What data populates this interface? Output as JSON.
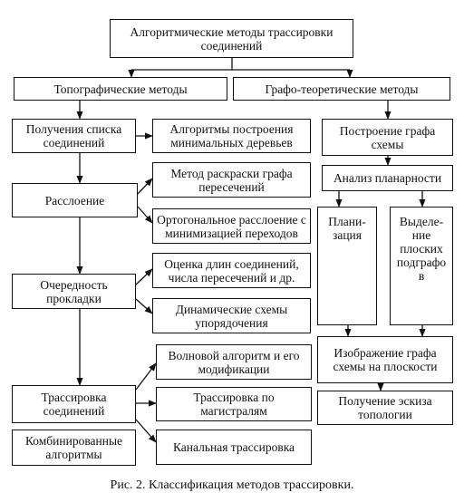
{
  "nodes": {
    "root": "Алгоритмические методы трассировки соединений",
    "topo": "Топографические методы",
    "graph": "Графо-теоретические методы",
    "get_list": "Получения списка соединений",
    "min_trees": "Алгоритмы построения минимальных деревьев",
    "layering": "Расслоение",
    "coloring": "Метод раскраски графа пересечений",
    "orth_layering": "Ортогональное расслоение с минимизацией переходов",
    "order": "Очередность прокладки",
    "length_est": "Оценка длин соединений, числа пересечений и др.",
    "dyn_schemes": "Динамические схемы упорядочения",
    "wave": "Волновой алгоритм и его модификации",
    "routing": "Трассировка соединений",
    "trunk": "Трассировка по магистралям",
    "combined": "Комбинированные алгоритмы",
    "channel": "Канальная трассировка",
    "build_graph": "Построение графа схемы",
    "planarity": "Анализ планарности",
    "planarization": "Плани-зация",
    "planar_sub": "Выделе-ние плоских подграфо в",
    "graph_image": "Изображение графа схемы на плоскости",
    "sketch": "Получение эскиза топологии"
  },
  "caption": "Рис. 2. Классификация методов трассировки."
}
